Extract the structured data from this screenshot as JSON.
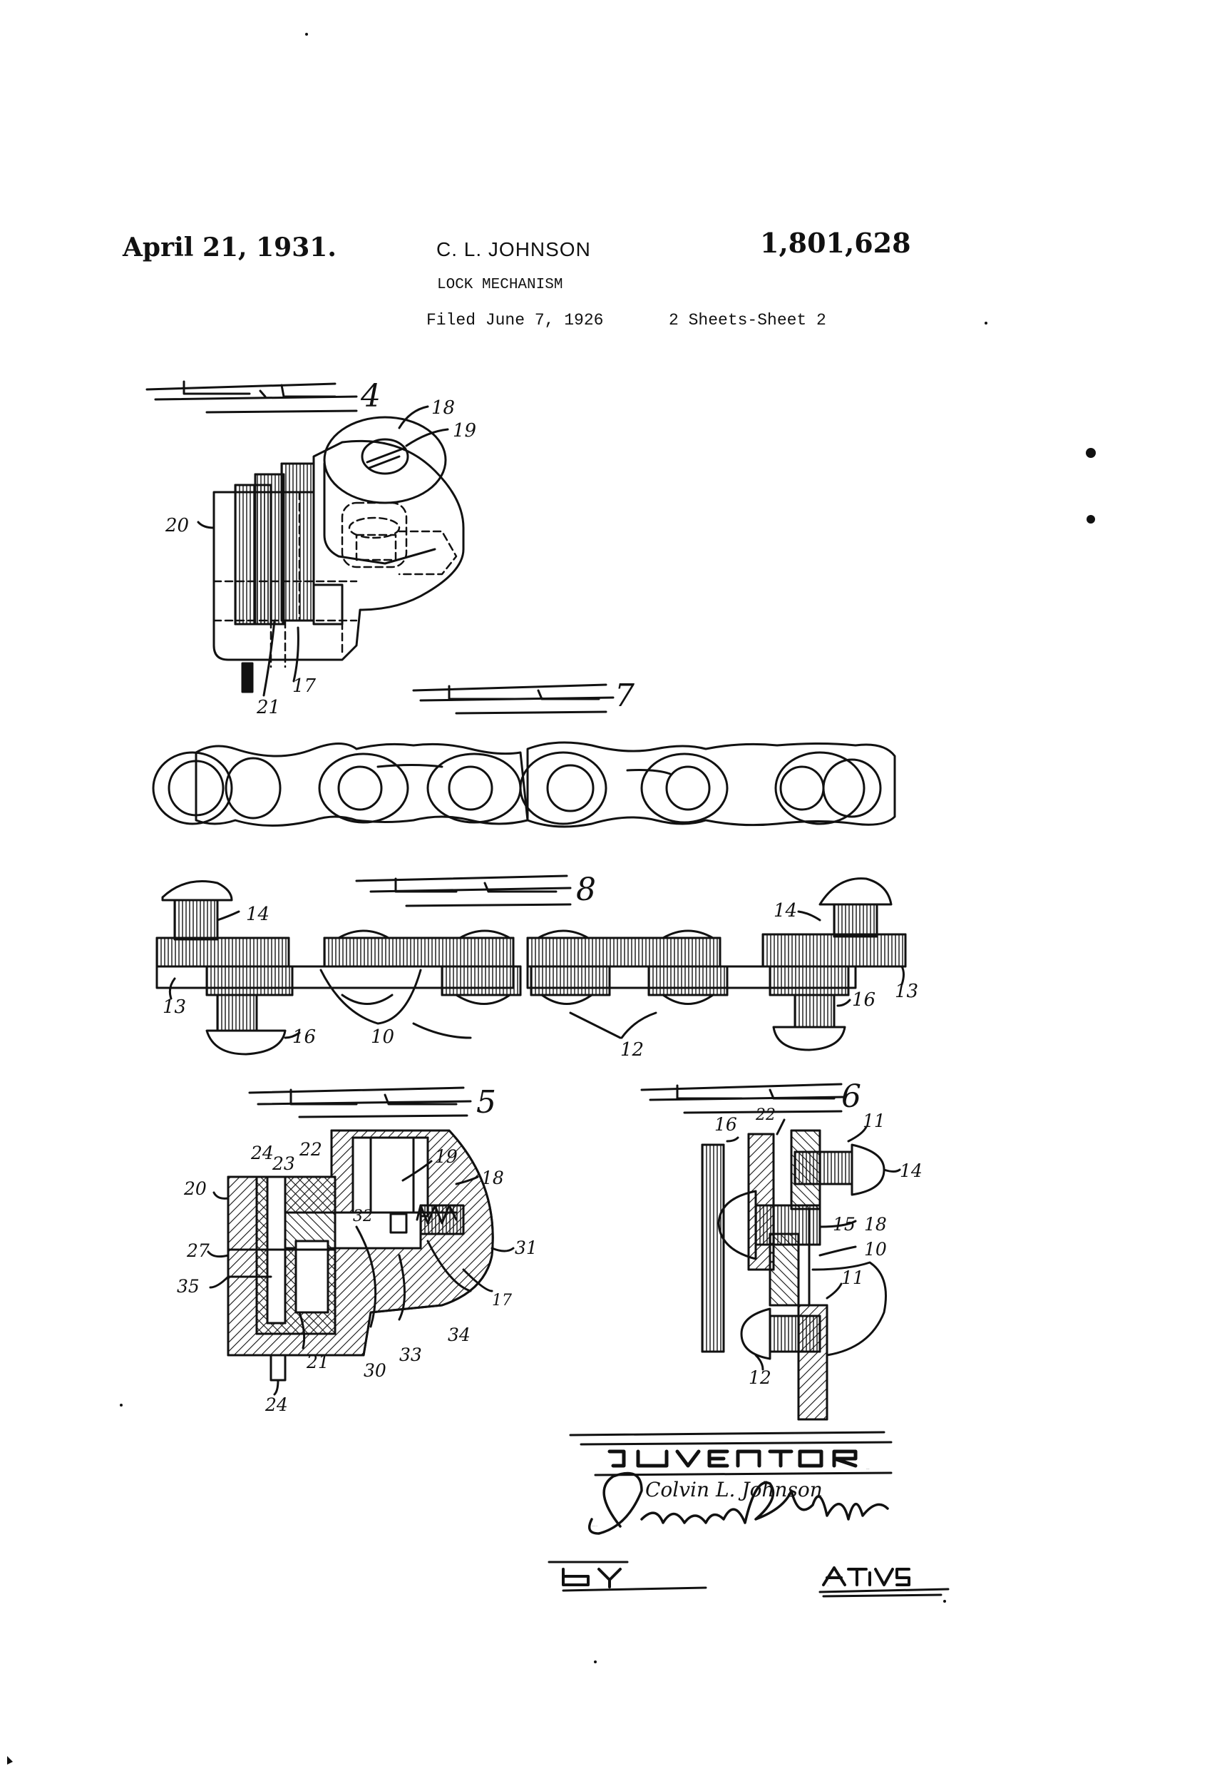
{
  "header": {
    "date": "April 21, 1931.",
    "inventor": "C. L. JOHNSON",
    "patent_number": "1,801,628",
    "title": "LOCK MECHANISM",
    "filed": "Filed June 7, 1926",
    "sheets": "2 Sheets-Sheet 2"
  },
  "figures": {
    "fig4": {
      "number": "4",
      "labels": [
        "18",
        "19",
        "20",
        "21",
        "17"
      ]
    },
    "fig7": {
      "number": "7"
    },
    "fig8": {
      "number": "8",
      "labels": [
        "14",
        "14",
        "13",
        "13",
        "16",
        "16",
        "10",
        "12"
      ]
    },
    "fig5": {
      "number": "5",
      "labels": [
        "24",
        "22",
        "23",
        "19",
        "18",
        "20",
        "32",
        "31",
        "27",
        "35",
        "21",
        "30",
        "33",
        "34",
        "17",
        "24"
      ]
    },
    "fig6": {
      "number": "6",
      "labels": [
        "16",
        "22",
        "11",
        "14",
        "15",
        "18",
        "10",
        "11",
        "12"
      ]
    }
  },
  "signature_block": {
    "inventor_heading": "Inventor",
    "inventor_name": "Colvin L. Johnson",
    "attorney_signature": "Charles W. Hills",
    "by": "By",
    "attys": "Attys."
  },
  "colors": {
    "ink": "#111111",
    "paper": "#ffffff"
  }
}
